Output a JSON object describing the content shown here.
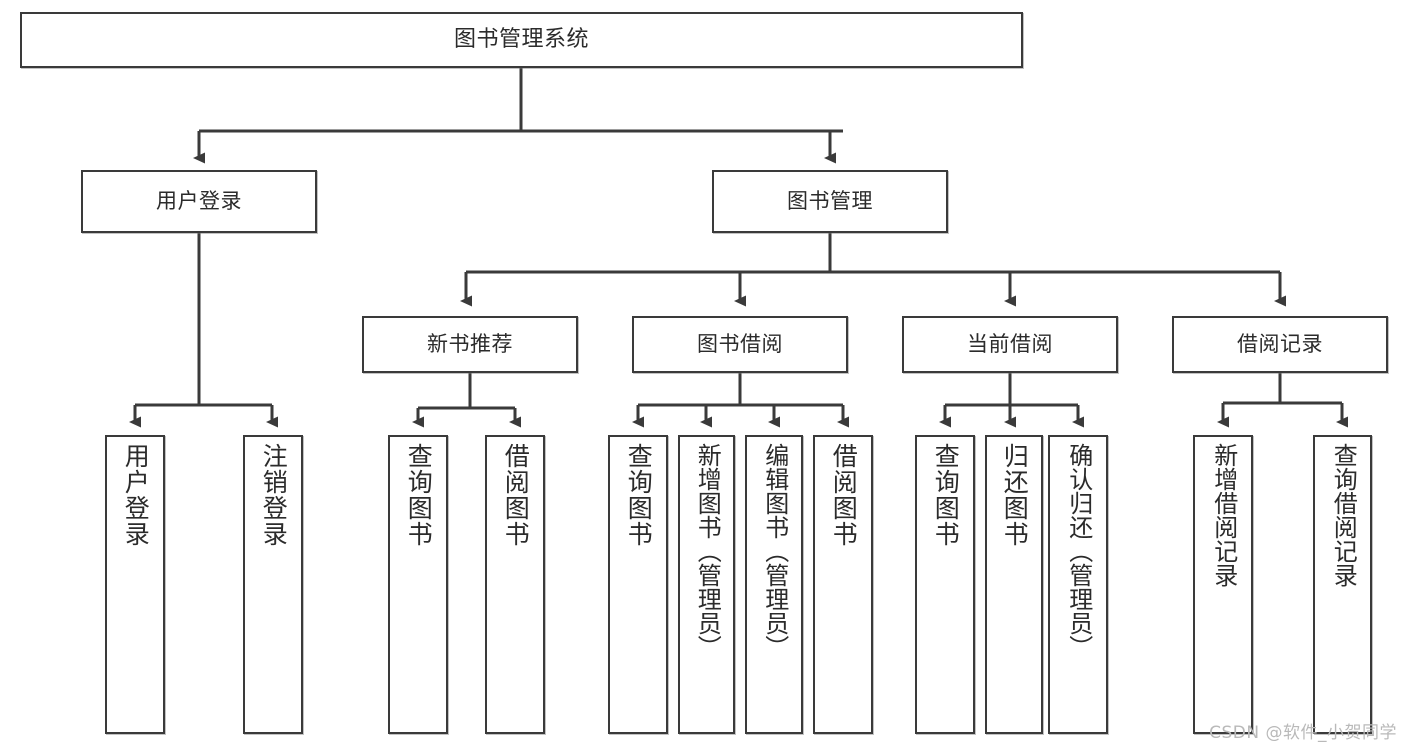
{
  "diagram": {
    "title": "图书管理系统",
    "type": "hierarchy-tree",
    "watermark": "CSDN @软件_小贺同学",
    "colors": {
      "stroke": "#3a3a3a",
      "fill": "#ffffff",
      "text": "#2b2b2b",
      "watermark": "#b9b9b9"
    },
    "root": {
      "label": "图书管理系统"
    },
    "level2": [
      {
        "label": "用户登录"
      },
      {
        "label": "图书管理"
      }
    ],
    "level3": [
      {
        "label": "新书推荐"
      },
      {
        "label": "图书借阅"
      },
      {
        "label": "当前借阅"
      },
      {
        "label": "借阅记录"
      }
    ],
    "leaves": {
      "user_login": [
        {
          "label": "用户登录"
        },
        {
          "label": "注销登录"
        }
      ],
      "new_book": [
        {
          "label": "查询图书"
        },
        {
          "label": "借阅图书"
        }
      ],
      "book_borrow": [
        {
          "label": "查询图书"
        },
        {
          "label": "新增图书（管理员）"
        },
        {
          "label": "编辑图书（管理员）"
        },
        {
          "label": "借阅图书"
        }
      ],
      "current_borrow": [
        {
          "label": "查询图书"
        },
        {
          "label": "归还图书"
        },
        {
          "label": "确认归还（管理员）"
        }
      ],
      "borrow_record": [
        {
          "label": "新增借阅记录"
        },
        {
          "label": "查询借阅记录"
        }
      ]
    }
  }
}
